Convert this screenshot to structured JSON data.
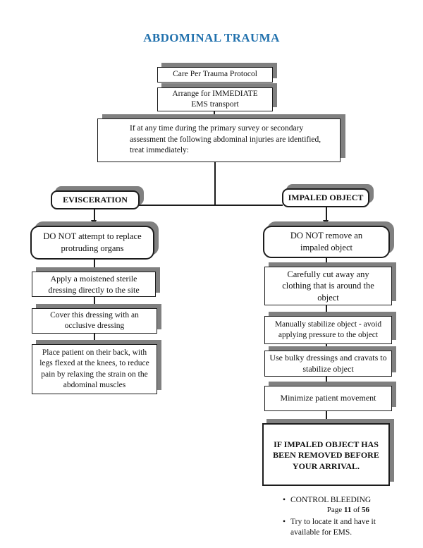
{
  "title": "ABDOMINAL TRAUMA",
  "colors": {
    "title_blue": "#2171ad",
    "shadow_gray": "#808080",
    "line_black": "#1c1c1c"
  },
  "flow": {
    "care": "Care Per Trauma Protocol",
    "arrange": "Arrange for IMMEDIATE\nEMS transport",
    "assessment": "If at any time during the primary survey or secondary\nassessment the following abdominal injuries are identified,\ntreat immediately:"
  },
  "evisceration": {
    "header": "EVISCERATION",
    "steps": [
      "DO NOT attempt to replace\nprotruding organs",
      "Apply a moistened sterile\ndressing directly to the site",
      "Cover this dressing with an\nocclusive dressing",
      "Place patient on their back, with\nlegs flexed at the knees, to reduce\npain by relaxing the strain on the\nabdominal muscles"
    ]
  },
  "impaled": {
    "header": "IMPALED OBJECT",
    "steps": [
      "DO NOT remove an\nimpaled object",
      "Carefully cut away any\nclothing that is around the\nobject",
      "Manually stabilize object - avoid\napplying pressure to the object",
      "Use bulky dressings and cravats to\nstabilize object",
      "Minimize patient movement"
    ],
    "warning": {
      "heading": "IF IMPALED OBJECT HAS\nBEEN REMOVED BEFORE\nYOUR ARRIVAL.",
      "bullets": [
        "CONTROL BLEEDING",
        "Try to locate it and have it\navailable for EMS."
      ]
    }
  },
  "footer": {
    "label": "Page",
    "page": "11",
    "of": "of",
    "total": "56"
  }
}
